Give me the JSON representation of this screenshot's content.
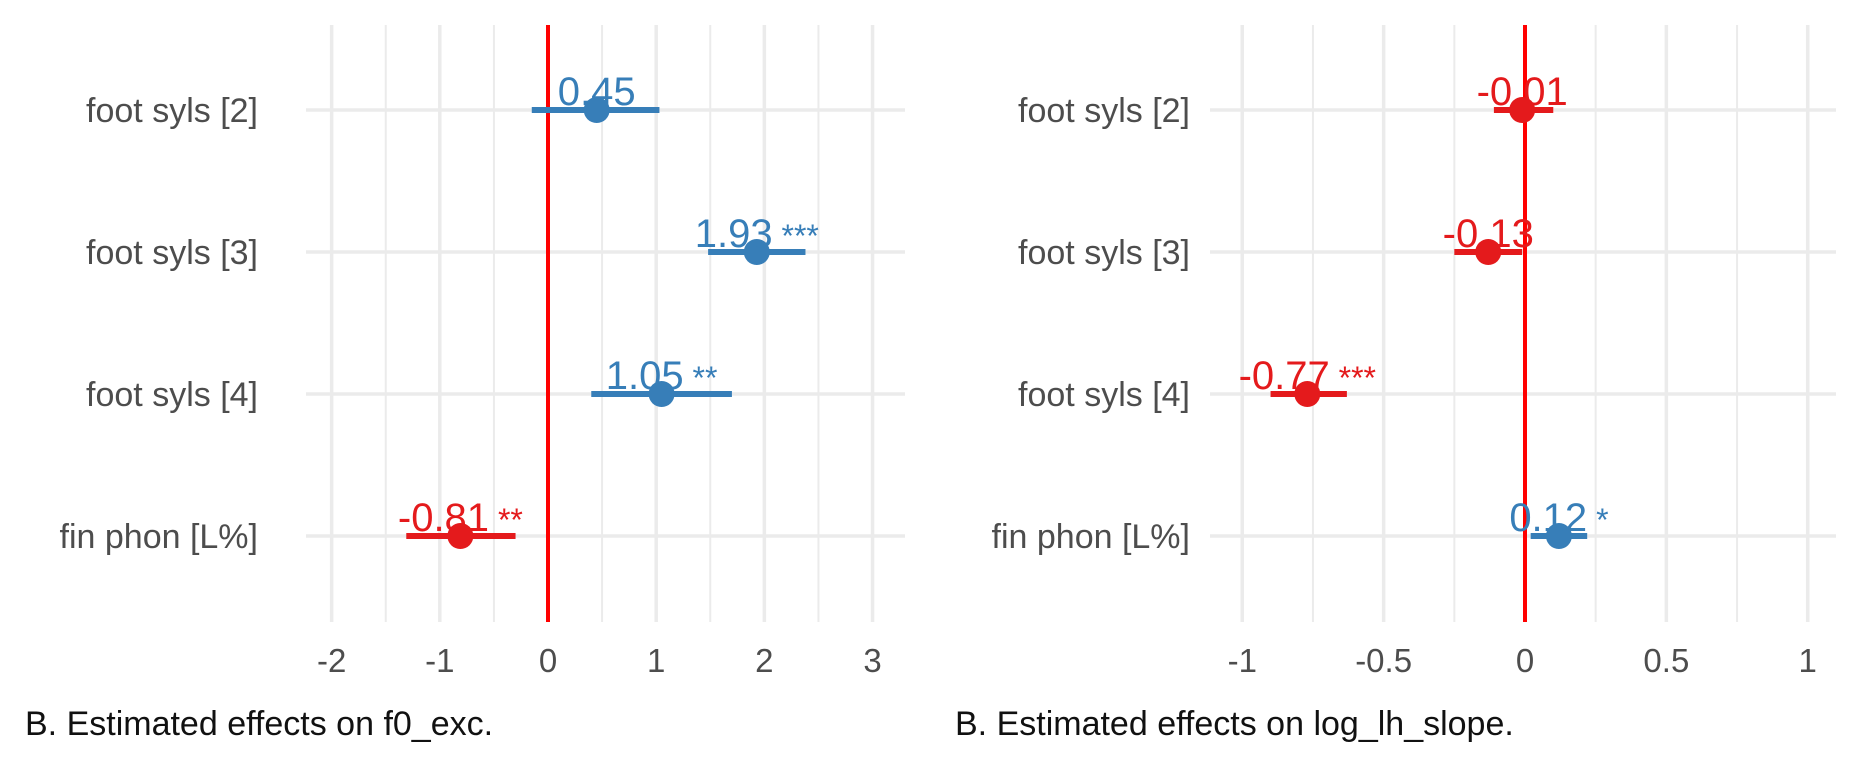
{
  "colors": {
    "positive": "#377eb8",
    "negative": "#e41a1c",
    "zero_line": "#ff0000",
    "grid": "#ebebeb",
    "text": "#4d4d4d"
  },
  "chart_data": [
    {
      "type": "forest",
      "caption": "B. Estimated effects on f0_exc.",
      "xlim": [
        -2.2,
        3.3
      ],
      "x_ticks": [
        -2,
        -1,
        0,
        1,
        2,
        3
      ],
      "x_tick_labels": [
        "-2",
        "-1",
        "0",
        "1",
        "2",
        "3"
      ],
      "zero_line": 0,
      "grid": true,
      "terms": [
        {
          "label": "foot syls [2]",
          "estimate": 0.45,
          "ci": [
            -0.15,
            1.03
          ],
          "value_label": "0.45",
          "stars": ""
        },
        {
          "label": "foot syls [3]",
          "estimate": 1.93,
          "ci": [
            1.48,
            2.38
          ],
          "value_label": "1.93",
          "stars": "***"
        },
        {
          "label": "foot syls [4]",
          "estimate": 1.05,
          "ci": [
            0.4,
            1.7
          ],
          "value_label": "1.05",
          "stars": "**"
        },
        {
          "label": "fin phon [L%]",
          "estimate": -0.81,
          "ci": [
            -1.31,
            -0.3
          ],
          "value_label": "-0.81",
          "stars": "**"
        }
      ]
    },
    {
      "type": "forest",
      "caption": "B. Estimated effects on log_lh_slope.",
      "xlim": [
        -1.1,
        1.1
      ],
      "x_ticks": [
        -1,
        -0.5,
        0,
        0.5,
        1
      ],
      "x_tick_labels": [
        "-1",
        "-0.5",
        "0",
        "0.5",
        "1"
      ],
      "zero_line": 0,
      "grid": true,
      "terms": [
        {
          "label": "foot syls [2]",
          "estimate": -0.01,
          "ci": [
            -0.11,
            0.1
          ],
          "value_label": "-0.01",
          "stars": ""
        },
        {
          "label": "foot syls [3]",
          "estimate": -0.13,
          "ci": [
            -0.25,
            -0.01
          ],
          "value_label": "-0.13",
          "stars": ""
        },
        {
          "label": "foot syls [4]",
          "estimate": -0.77,
          "ci": [
            -0.9,
            -0.63
          ],
          "value_label": "-0.77",
          "stars": "***"
        },
        {
          "label": "fin phon [L%]",
          "estimate": 0.12,
          "ci": [
            0.02,
            0.22
          ],
          "value_label": "0.12",
          "stars": "*"
        }
      ]
    }
  ]
}
